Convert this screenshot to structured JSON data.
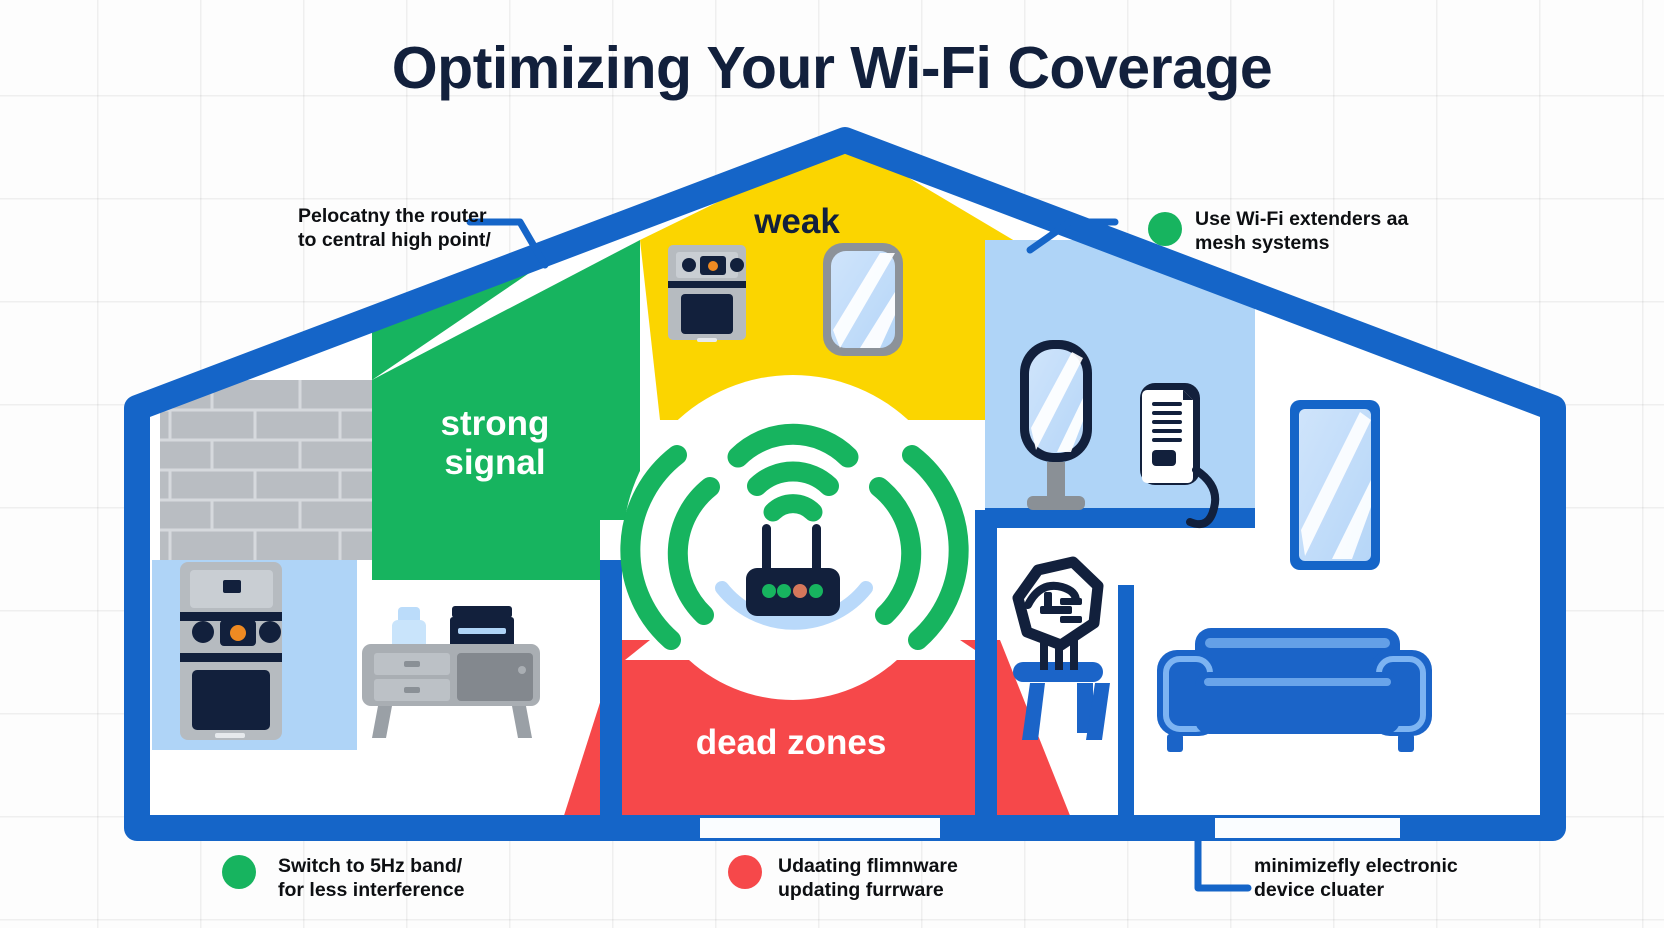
{
  "page": {
    "title": "Optimizing Your Wi-Fi Coverage",
    "background_color": "#fdfdfd",
    "grid_color": "#ededed"
  },
  "palette": {
    "navy": "#12203c",
    "house_blue": "#1565C8",
    "strong_green": "#17B45F",
    "weak_yellow": "#FBD500",
    "dead_red": "#F6484A",
    "light_blue": "#AFD4F7",
    "sofa_blue": "#1B64C8",
    "gray": "#9aa0a6",
    "white": "#ffffff"
  },
  "zones": [
    {
      "id": "strong",
      "label": "strong\nsignal",
      "color": "#17B45F",
      "text_color": "#ffffff"
    },
    {
      "id": "weak",
      "label": "weak",
      "color": "#FBD500",
      "text_color": "#12203c"
    },
    {
      "id": "dead",
      "label": "dead zones",
      "color": "#F6484A",
      "text_color": "#ffffff"
    }
  ],
  "callouts": [
    {
      "id": "relocate-router",
      "text": "Pelocatny the router\nto central high point/",
      "position": "top-left",
      "has_dot": false,
      "dot_color": null
    },
    {
      "id": "wifi-extenders",
      "text": "Use Wi-Fi extenders aa\nmesh systems",
      "position": "top-right",
      "has_dot": true,
      "dot_color": "#17B45F"
    },
    {
      "id": "switch-band",
      "text": "Switch to 5Hz band/\nfor less interference",
      "position": "bottom-left",
      "has_dot": true,
      "dot_color": "#17B45F"
    },
    {
      "id": "update-firmware",
      "text": "Udaating flimnware\nupdating furrware",
      "position": "bottom-center",
      "has_dot": true,
      "dot_color": "#F6484A"
    },
    {
      "id": "minimize-devices",
      "text": "minimizefly electronic\ndevice cluater",
      "position": "bottom-right",
      "has_dot": false,
      "dot_color": null
    }
  ],
  "icons": {
    "router": "wifi-router-icon",
    "signal_waves": "wifi-signal-waves-icon",
    "oven_attic": "oven-icon",
    "oven_kitchen": "stove-oven-icon",
    "window_attic": "window-icon",
    "window_right": "window-icon",
    "mirror": "mirror-icon",
    "remote": "smart-remote-icon",
    "sofa": "sofa-icon",
    "stool": "stool-icon",
    "device_badge": "electronic-device-icon",
    "sideboard": "sideboard-icon",
    "brick_wall": "brick-wall-icon"
  }
}
